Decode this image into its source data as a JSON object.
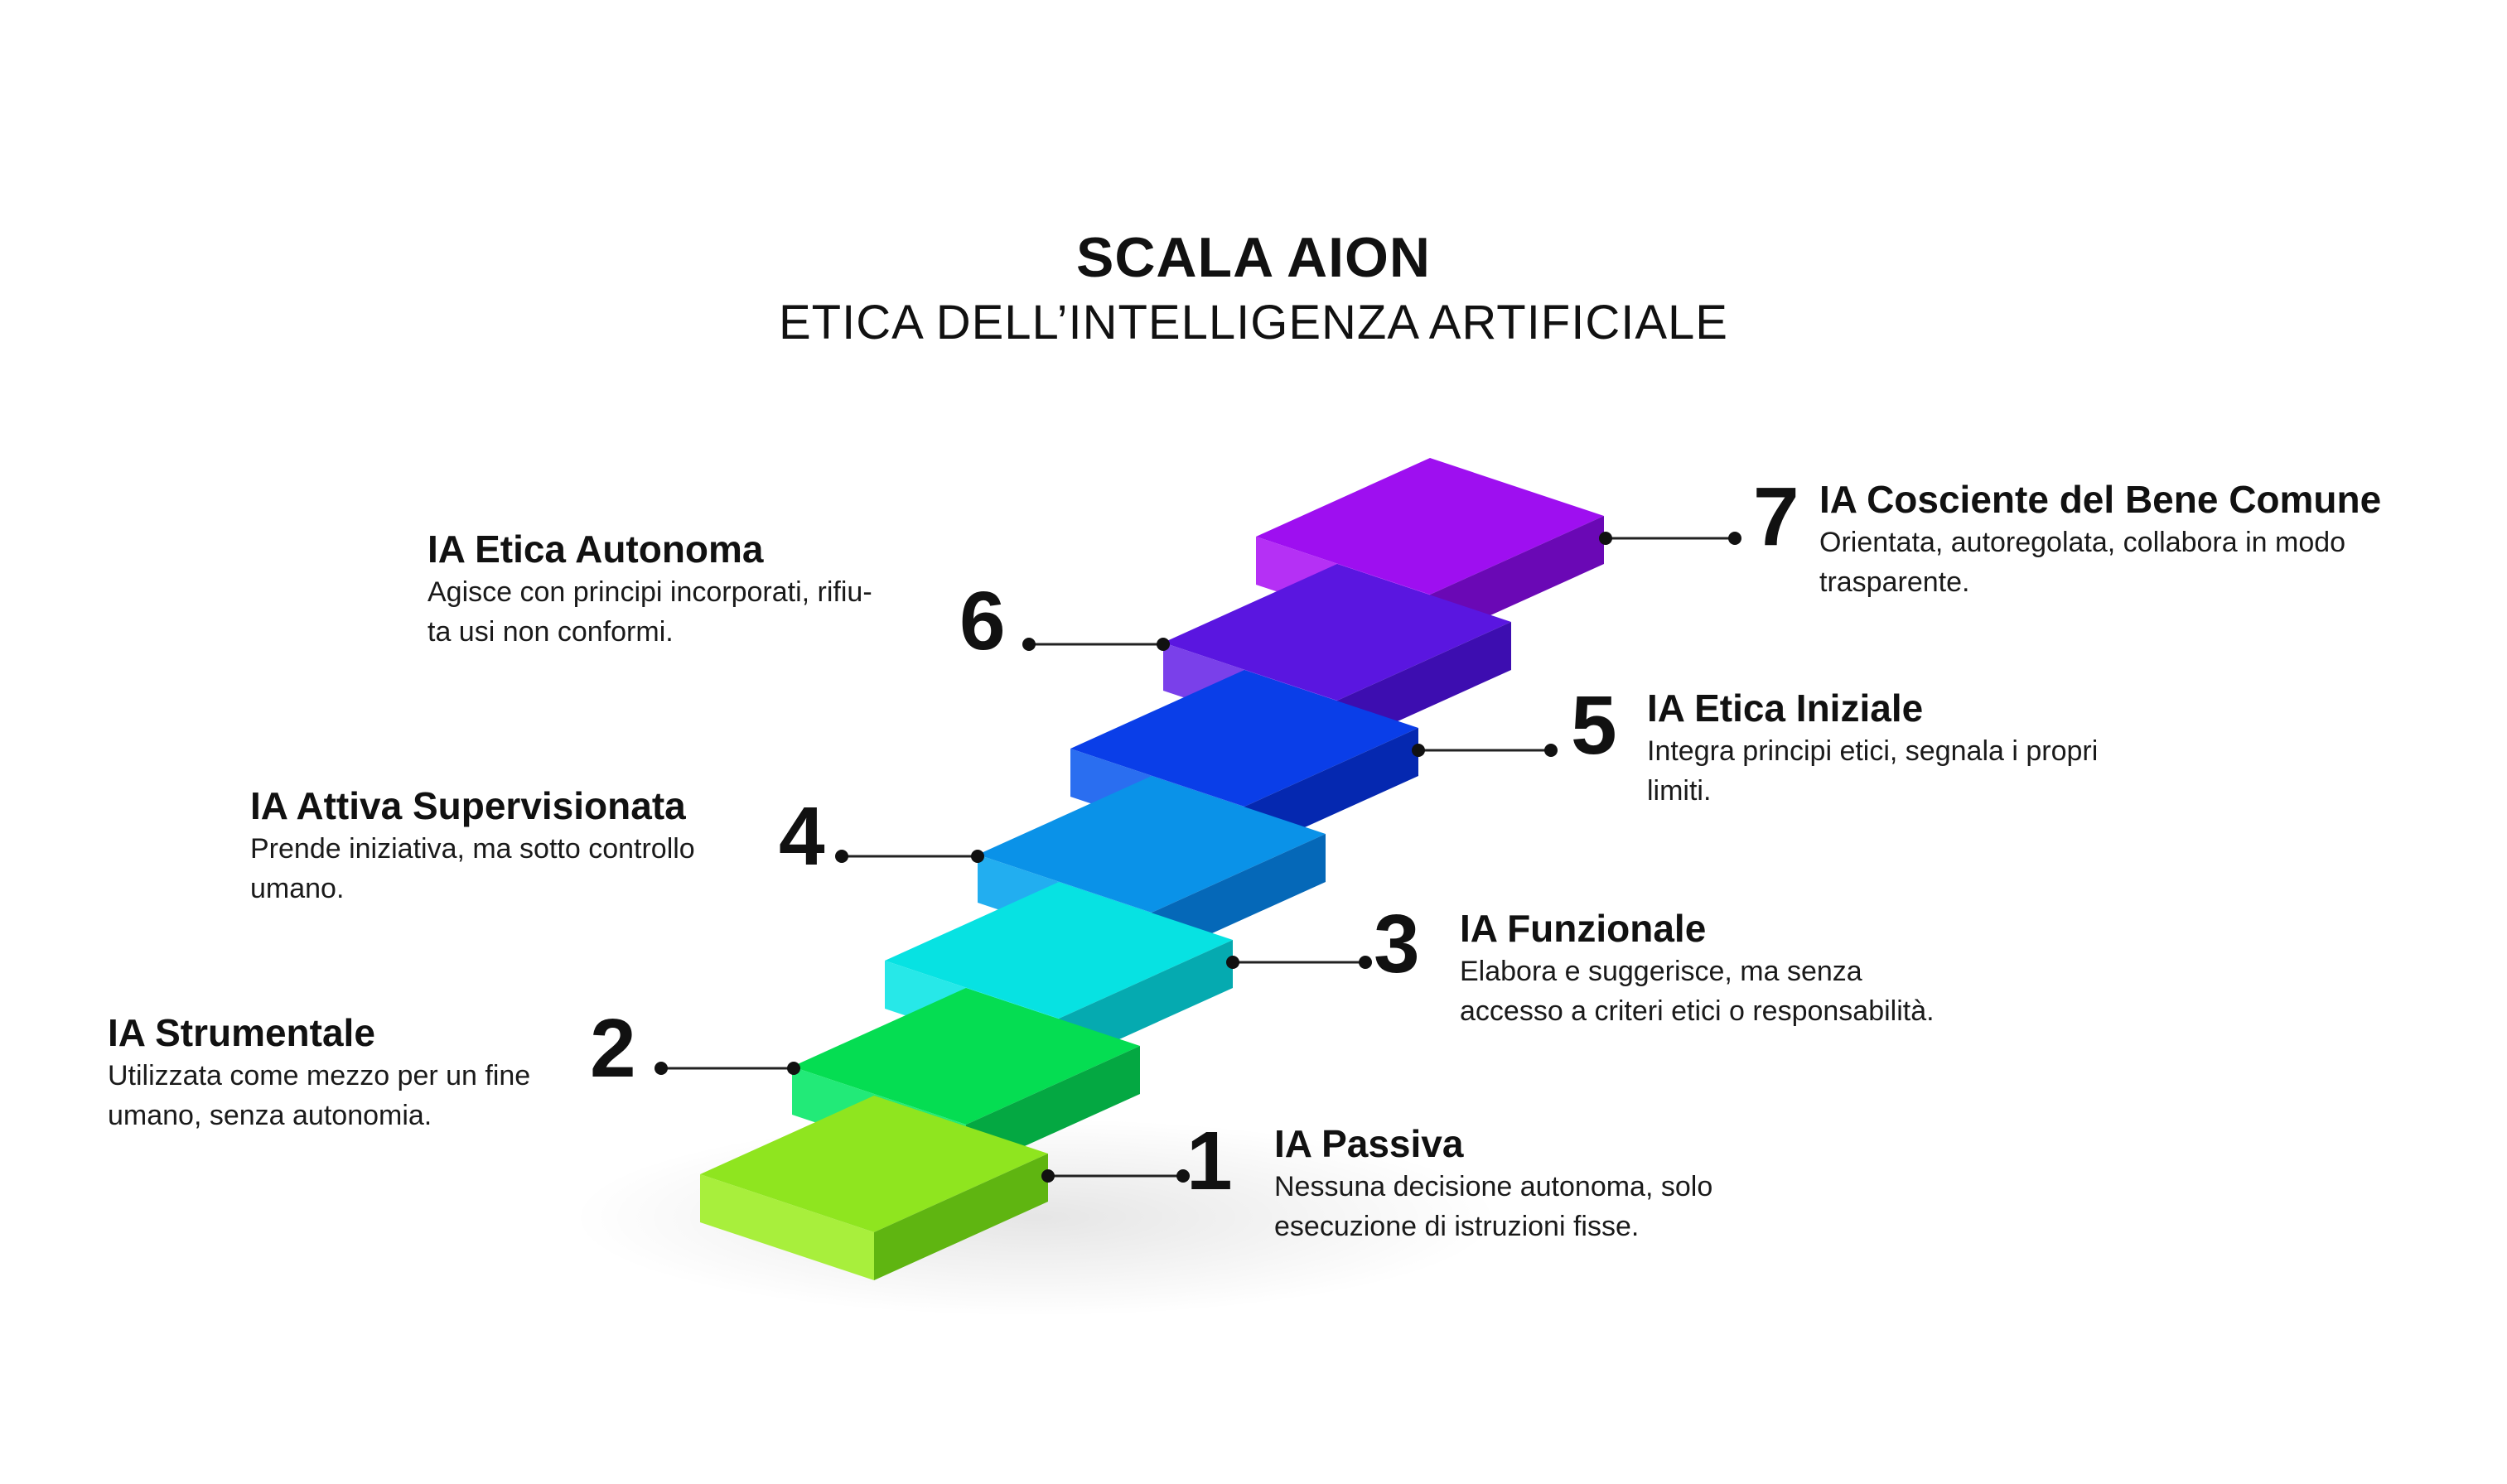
{
  "title": "SCALA AION",
  "subtitle": "ETICA DELL’INTELLIGENZA ARTIFICIALE",
  "levels": [
    {
      "number": "1",
      "title": "IA Passiva",
      "desc_line1": "Nessuna decisione autonoma, solo",
      "desc_line2": "esecuzione di istruzioni fisse.",
      "colors": {
        "top": "#8fe51f",
        "left": "#a8ef3c",
        "right": "#5fb511"
      }
    },
    {
      "number": "2",
      "title": "IA Strumentale",
      "desc_line1": "Utilizzata come mezzo per un fine",
      "desc_line2": "umano, senza autonomia.",
      "colors": {
        "top": "#05dd52",
        "left": "#22ea78",
        "right": "#04a842"
      }
    },
    {
      "number": "3",
      "title": "IA Funzionale",
      "desc_line1": "Elabora e suggerisce, ma senza",
      "desc_line2": "accesso a criteri etici o responsabilità.",
      "colors": {
        "top": "#07e2e2",
        "left": "#27e8e8",
        "right": "#05aab0"
      }
    },
    {
      "number": "4",
      "title": "IA Attiva Supervisionata",
      "desc_line1": "Prende iniziativa, ma sotto controllo",
      "desc_line2": "umano.",
      "colors": {
        "top": "#0a92e8",
        "left": "#22aef0",
        "right": "#0568b8"
      }
    },
    {
      "number": "5",
      "title": "IA Etica Iniziale",
      "desc_line1": "Integra principi etici, segnala i propri",
      "desc_line2": "limiti.",
      "colors": {
        "top": "#0a3ee8",
        "left": "#2a6ef0",
        "right": "#0528b0"
      }
    },
    {
      "number": "6",
      "title": "IA Etica Autonoma",
      "desc_line1": "Agisce con principi incorporati, rifiu-",
      "desc_line2": "ta usi non conformi.",
      "colors": {
        "top": "#5a16e0",
        "left": "#7a40ea",
        "right": "#3d0db0"
      }
    },
    {
      "number": "7",
      "title": "IA Cosciente del Bene Comune",
      "desc_line1": "Orientata, autoregolata, collabora in modo",
      "desc_line2": "trasparente.",
      "colors": {
        "top": "#9e0ff0",
        "left": "#b530f5",
        "right": "#6a08b5"
      }
    }
  ]
}
